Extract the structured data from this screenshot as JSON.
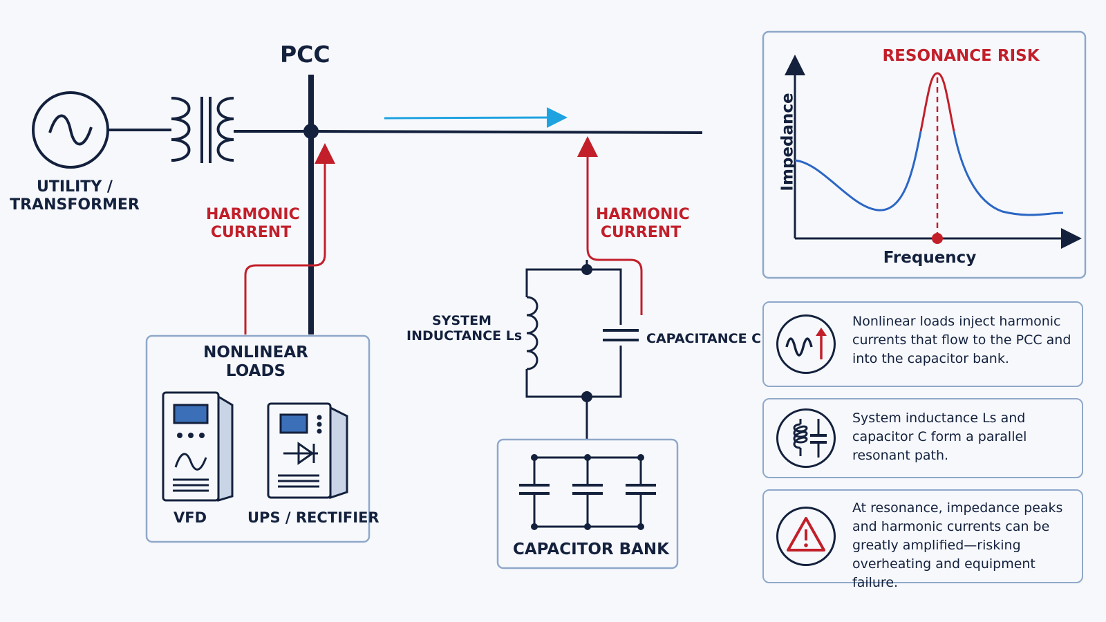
{
  "diagram": {
    "pcc_label": "PCC",
    "utility_label": "UTILITY /\nTRANSFORMER",
    "harmonic_left": "HARMONIC\nCURRENT",
    "harmonic_right": "HARMONIC\nCURRENT",
    "nonlinear_loads": "NONLINEAR\nLOADS",
    "vfd": "VFD",
    "ups": "UPS / RECTIFIER",
    "system_inductance": "SYSTEM\nINDUCTANCE Ls",
    "capacitance": "CAPACITANCE C",
    "capacitor_bank": "CAPACITOR BANK"
  },
  "graph": {
    "title": "RESONANCE RISK",
    "xlabel": "Frequency",
    "ylabel": "Impedance"
  },
  "notes": [
    {
      "icon": "harmonic-wave-icon",
      "text": "Nonlinear loads inject harmonic currents that flow to the PCC and into the capacitor bank."
    },
    {
      "icon": "inductor-capacitor-icon",
      "text": "System inductance Ls and capacitor C form a parallel resonant path."
    },
    {
      "icon": "warning-icon",
      "text": "At resonance, impedance peaks and harmonic currents can be greatly amplified—risking overheating and equipment failure."
    }
  ],
  "colors": {
    "navy": "#14213d",
    "red": "#c21f2a",
    "blue": "#2b66c4",
    "cyan": "#1fa3e0",
    "panel_border": "#8fa8c9"
  }
}
